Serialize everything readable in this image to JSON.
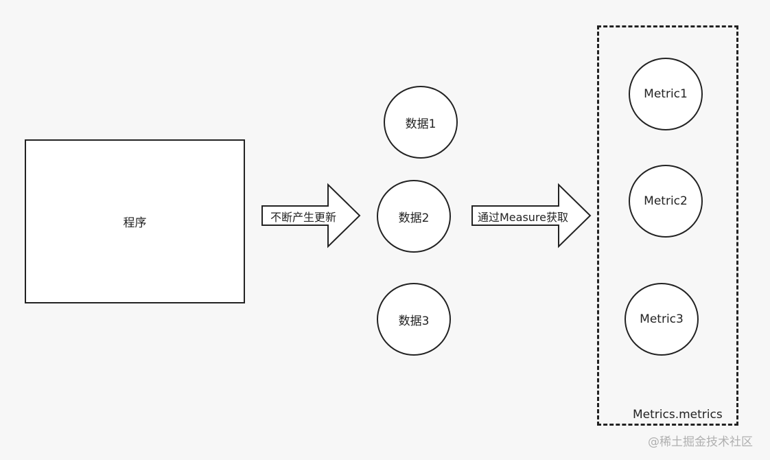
{
  "program": {
    "label": "程序"
  },
  "arrow1": {
    "label": "不断产生更新"
  },
  "data_nodes": [
    {
      "label": "数据1"
    },
    {
      "label": "数据2"
    },
    {
      "label": "数据3"
    }
  ],
  "arrow2": {
    "label": "通过Measure获取"
  },
  "metrics_container": {
    "label": "Metrics.metrics"
  },
  "metric_nodes": [
    {
      "label": "Metric1"
    },
    {
      "label": "Metric2"
    },
    {
      "label": "Metric3"
    }
  ],
  "watermark": {
    "text": "@稀土掘金技术社区"
  }
}
